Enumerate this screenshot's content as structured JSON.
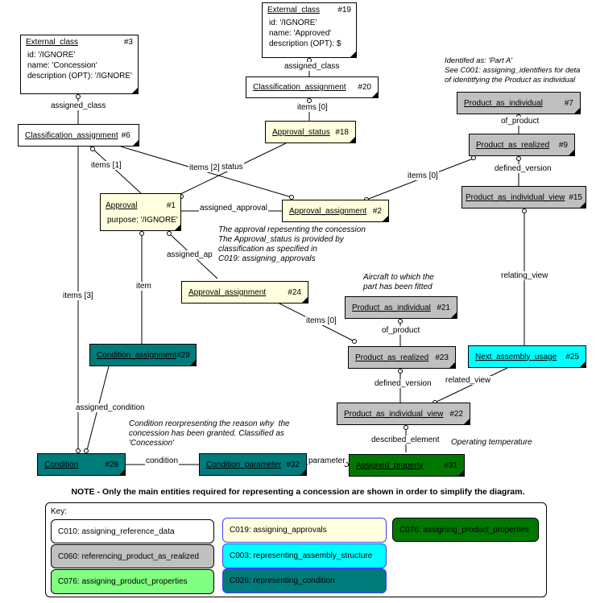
{
  "entities": {
    "ext3": {
      "name": "External_class",
      "id": "#3",
      "attrs": [
        "id: '/IGNORE'",
        "name: 'Concession'",
        "description (OPT): '/IGNORE'"
      ]
    },
    "ext19": {
      "name": "External_class",
      "id": "#19",
      "attrs": [
        "id: '/IGNORE'",
        "name: 'Approved'",
        "description (OPT): $"
      ]
    },
    "ca20": {
      "name": "Classification_assignment",
      "id": "#20"
    },
    "ca6": {
      "name": "Classification_assignment",
      "id": "#6"
    },
    "as18": {
      "name": "Approval_status",
      "id": "#18"
    },
    "ap1": {
      "name": "Approval",
      "id": "#1",
      "attrs": [
        "purpose: '/IGNORE'"
      ]
    },
    "aa2": {
      "name": "Approval_assignment",
      "id": "#2"
    },
    "aa24": {
      "name": "Approval_assignment",
      "id": "#24"
    },
    "cond29": {
      "name": "Condition_assignment",
      "id": "#29"
    },
    "cond28": {
      "name": "Condition",
      "id": "#28"
    },
    "cp32": {
      "name": "Condition_parameter",
      "id": "#32"
    },
    "ap31": {
      "name": "Assigned_property",
      "id": "#31"
    },
    "pai7": {
      "name": "Product_as_individual",
      "id": "#7"
    },
    "par9": {
      "name": "Product_as_realized",
      "id": "#9"
    },
    "paiv15": {
      "name": "Product_as_individual_view",
      "id": "#15"
    },
    "pai21": {
      "name": "Product_as_individual",
      "id": "#21"
    },
    "par23": {
      "name": "Product_as_realized",
      "id": "#23"
    },
    "paiv22": {
      "name": "Product_as_individual_view",
      "id": "#22"
    },
    "nau25": {
      "name": "Next_assembly_usage",
      "id": "#25"
    }
  },
  "relations": {
    "assigned_class_1": "assigned_class",
    "assigned_class_2": "assigned_class",
    "items0_a": "items [0]",
    "items1": "items [1]",
    "items2": "items [2]",
    "items3": "items [3]",
    "status": "status",
    "items0_b": "items [0]",
    "assigned_approval": "assigned_approval",
    "assigned_ap": "assigned_ap",
    "item": "item",
    "items0_c": "items [0]",
    "of_product_1": "of_product",
    "defined_version_1": "defined_version",
    "relating_view": "relating_view",
    "of_product_2": "of_product",
    "defined_version_2": "defined_version",
    "related_view": "related_view",
    "described_element": "described_element",
    "assigned_condition": "assigned_condition",
    "condition": "condition",
    "parameter": "parameter"
  },
  "notes": {
    "part_a": "Identifed as: 'Part A'\nSee C001: assigning_identifiers for deta\nof identitfying the Product as individual",
    "approval": "The approval repesenting the concession\nThe Approval_status is provided by\nclassification as specified in\nC019: assigning_approvals",
    "aircraft": "Aircraft to which the\npart has been fitted",
    "condition": "Condition reorpresenting the reason why  the\nconcession has been granted. Classified as\n'Concession'",
    "operating": "Operating temperature"
  },
  "main_note": "NOTE - Only the main entities required for representing a concession are shown in order to simplify the diagram.",
  "key": {
    "title": "Key:",
    "items": [
      {
        "label": "C010: assigning_reference_data",
        "color": "#ffffff"
      },
      {
        "label": "C060: referencing_product_as_realized",
        "color": "#c0c0c0"
      },
      {
        "label": "C076: assigning_product_properties",
        "color": "#80ff80"
      },
      {
        "label": "C019: assigning_approvals",
        "color": "#ffffdd"
      },
      {
        "label": "C003:  representing_assembly_structure",
        "color": "#00ffff"
      },
      {
        "label": "C026: representing_condition",
        "color": "#007b7b"
      },
      {
        "label": "C076: assigning_product_properties",
        "color": "#007800"
      }
    ]
  }
}
